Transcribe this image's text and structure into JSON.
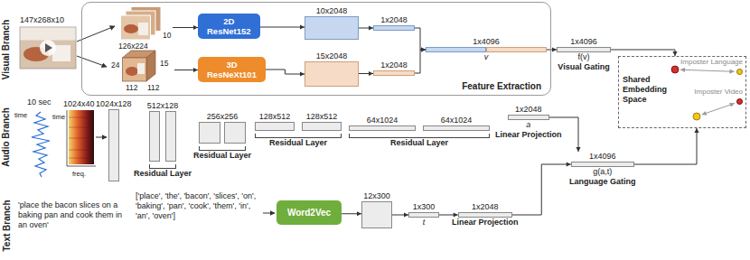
{
  "diagram": {
    "nodes": [
      {
        "text": [
          "Feature Extraction"
        ]
      },
      {
        "text": [
          "126x224",
          "10"
        ],
        "in": 0
      },
      {
        "text": [
          "2D ResNet152"
        ],
        "in": 0
      },
      {
        "text": [
          "10x2048"
        ],
        "in": 0
      },
      {
        "text": [
          "1x2048"
        ],
        "in": 0
      },
      {
        "text": [
          "24",
          "112",
          "112",
          "15"
        ],
        "in": 0
      },
      {
        "text": [
          "3D ResNeXt101"
        ],
        "in": 0
      },
      {
        "text": [
          "15x2048"
        ],
        "in": 0
      },
      {
        "text": [
          "1x2048"
        ],
        "in": 0
      },
      {
        "text": [
          "1x4096",
          "v"
        ],
        "in": 0
      },
      {
        "text": [
          "1x4096",
          "f(v)",
          "Visual Gating"
        ]
      },
      {
        "text": [
          "1024x128"
        ]
      },
      {
        "text": [
          "512x128",
          "Residual Layer"
        ]
      },
      {
        "text": [
          "256x256",
          "Residual Layer"
        ]
      },
      {
        "text": [
          "128x512",
          "128x512",
          "Residual Layer"
        ]
      },
      {
        "text": [
          "64x1024",
          "64x1024",
          "Residual Layer"
        ]
      },
      {
        "text": [
          "1x2048",
          "a",
          "Linear Projection"
        ]
      },
      {
        "text": [
          "Word2Vec"
        ]
      },
      {
        "text": [
          "12x300"
        ]
      },
      {
        "text": [
          "1x300",
          "t"
        ]
      },
      {
        "text": [
          "1x2048",
          "Linear Projection"
        ]
      },
      {
        "text": [
          "1x4096",
          "g(a,t)",
          "Language Gating"
        ]
      },
      {
        "text": [
          "Shared Embedding Space"
        ]
      },
      {
        "text": [
          "Imposter Language"
        ],
        "in": 22
      },
      {
        "text": [
          "Imposter Video"
        ],
        "in": 22
      }
    ],
    "edges": [
      {
        "from": 1,
        "to": 2,
        "arrow": "to"
      },
      {
        "from": 2,
        "to": 3,
        "arrow": "to"
      },
      {
        "from": 3,
        "to": 4,
        "arrow": "to"
      },
      {
        "from": 5,
        "to": 6,
        "arrow": "to"
      },
      {
        "from": 6,
        "to": 7,
        "arrow": "to"
      },
      {
        "from": 7,
        "to": 8,
        "arrow": "to"
      },
      {
        "from": 4,
        "to": 9,
        "arrow": "to"
      },
      {
        "from": 8,
        "to": 9,
        "arrow": "to"
      },
      {
        "from": 9,
        "to": 10,
        "arrow": "to"
      },
      {
        "from": 10,
        "to": 22,
        "arrow": "to"
      },
      {
        "from": 17,
        "to": 18,
        "arrow": "to"
      },
      {
        "from": 18,
        "to": 19,
        "arrow": "to"
      },
      {
        "from": 19,
        "to": 20,
        "arrow": "to"
      },
      {
        "from": 16,
        "to": 21,
        "arrow": "to"
      },
      {
        "from": 20,
        "to": 21,
        "arrow": "to"
      },
      {
        "from": 21,
        "to": 22,
        "arrow": "to"
      }
    ],
    "labels": [
      "Visual Branch",
      "Audio Branch",
      "Text Branch",
      "147x268x10",
      "10 sec",
      "time",
      "1024x40",
      "time",
      "freq.",
      "'place the bacon slices on a baking pan and cook them in an oven'",
      "['place', 'the', 'bacon', 'slices', 'on', 'baking', 'pan', 'cook', 'them', 'in', 'an', 'oven']"
    ]
  }
}
